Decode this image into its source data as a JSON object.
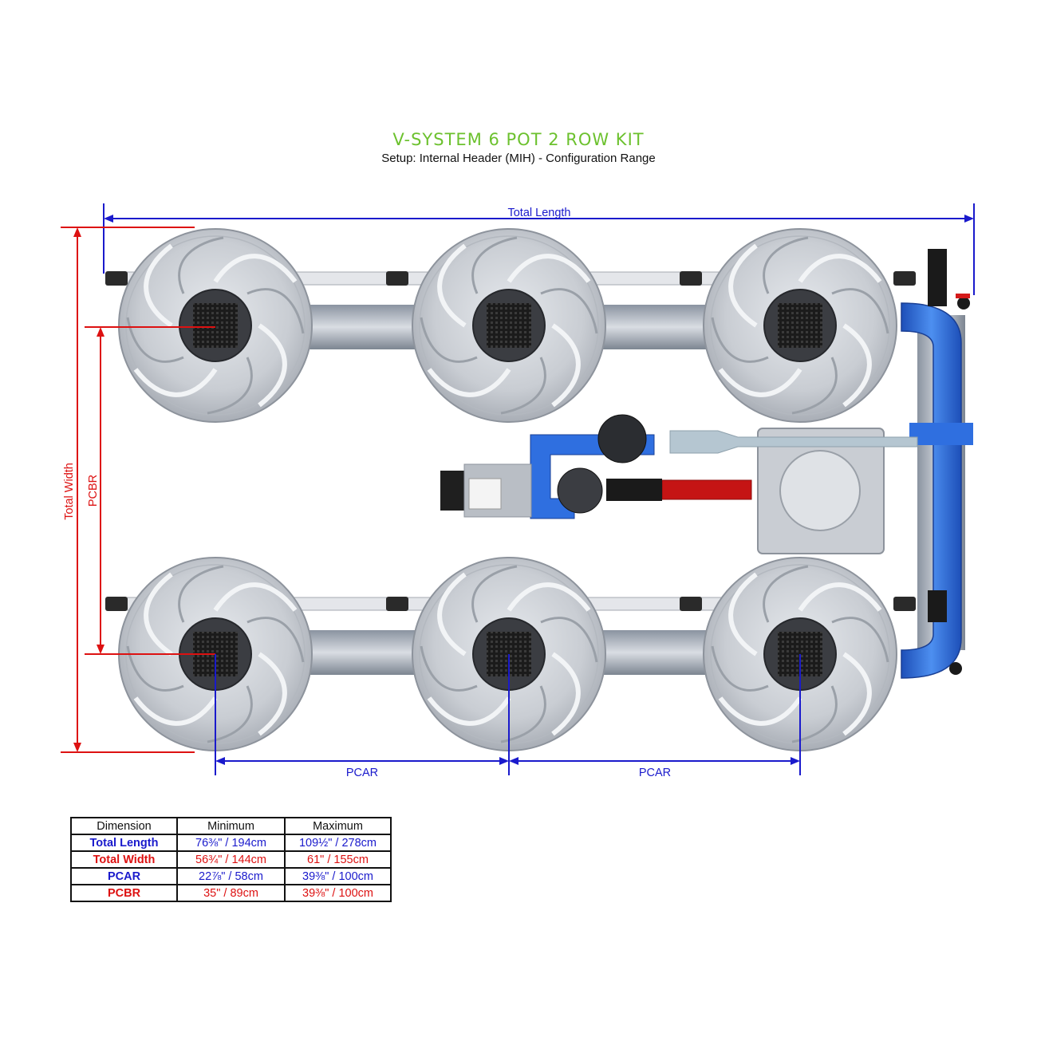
{
  "header": {
    "title": "V-SYSTEM 6 POT 2 ROW KIT",
    "subtitle": "Setup: Internal Header (MIH) - Configuration Range"
  },
  "labels": {
    "total_length": "Total Length",
    "total_width": "Total Width",
    "pcbr": "PCBR",
    "pcar": "PCAR"
  },
  "table": {
    "headers": [
      "Dimension",
      "Minimum",
      "Maximum"
    ],
    "rows": [
      {
        "label": "Total Length",
        "min": "76⅜\" / 194cm",
        "max": "109½\" / 278cm",
        "color": "#1a1acc"
      },
      {
        "label": "Total Width",
        "min": "56¾\" / 144cm",
        "max": "61\" / 155cm",
        "color": "#dd1111"
      },
      {
        "label": "PCAR",
        "min": "22⅞\" / 58cm",
        "max": "39⅜\" / 100cm",
        "color": "#1a1acc"
      },
      {
        "label": "PCBR",
        "min": "35\" / 89cm",
        "max": "39⅜\" / 100cm",
        "color": "#dd1111"
      }
    ]
  },
  "colors": {
    "title_green": "#6cc12e",
    "dimension_blue": "#1a1acc",
    "dimension_red": "#dd1111",
    "pipe_blue": "#2f6fe0",
    "pot_grey": "#c8ccd2"
  }
}
